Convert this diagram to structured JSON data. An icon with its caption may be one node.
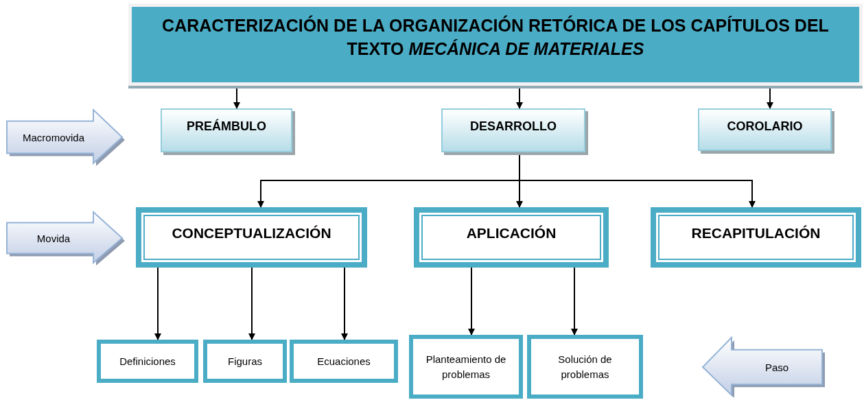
{
  "diagram": {
    "nodes": [
      {
        "text": [
          "CARACTERIZACIÓN DE LA ORGANIZACIÓN RETÓRICA DE LOS CAPÍTULOS DEL TEXTO *MECÁNICA DE MATERIALES*"
        ]
      },
      {
        "text": [
          "Macromovida"
        ]
      },
      {
        "text": [
          "PREÁMBULO"
        ]
      },
      {
        "text": [
          "DESARROLLO"
        ]
      },
      {
        "text": [
          "COROLARIO"
        ]
      },
      {
        "text": [
          "Movida"
        ]
      },
      {
        "text": [
          "CONCEPTUALIZACIÓN"
        ]
      },
      {
        "text": [
          "APLICACIÓN"
        ]
      },
      {
        "text": [
          "RECAPITULACIÓN"
        ]
      },
      {
        "text": [
          "Definiciones"
        ]
      },
      {
        "text": [
          "Figuras"
        ]
      },
      {
        "text": [
          "Ecuaciones"
        ]
      },
      {
        "text": [
          "Planteamiento de problemas"
        ]
      },
      {
        "text": [
          "Solución de problemas"
        ]
      },
      {
        "text": [
          "Paso"
        ]
      }
    ],
    "edges": [
      {
        "from": 0,
        "to": 2,
        "arrow": "to"
      },
      {
        "from": 0,
        "to": 3,
        "arrow": "to"
      },
      {
        "from": 0,
        "to": 4,
        "arrow": "to"
      },
      {
        "from": 3,
        "to": 6,
        "arrow": "to"
      },
      {
        "from": 3,
        "to": 7,
        "arrow": "to"
      },
      {
        "from": 3,
        "to": 8,
        "arrow": "to"
      },
      {
        "from": 6,
        "to": 9,
        "arrow": "to"
      },
      {
        "from": 6,
        "to": 10,
        "arrow": "to"
      },
      {
        "from": 6,
        "to": 11,
        "arrow": "to"
      },
      {
        "from": 7,
        "to": 12,
        "arrow": "to"
      },
      {
        "from": 7,
        "to": 13,
        "arrow": "to"
      }
    ]
  }
}
